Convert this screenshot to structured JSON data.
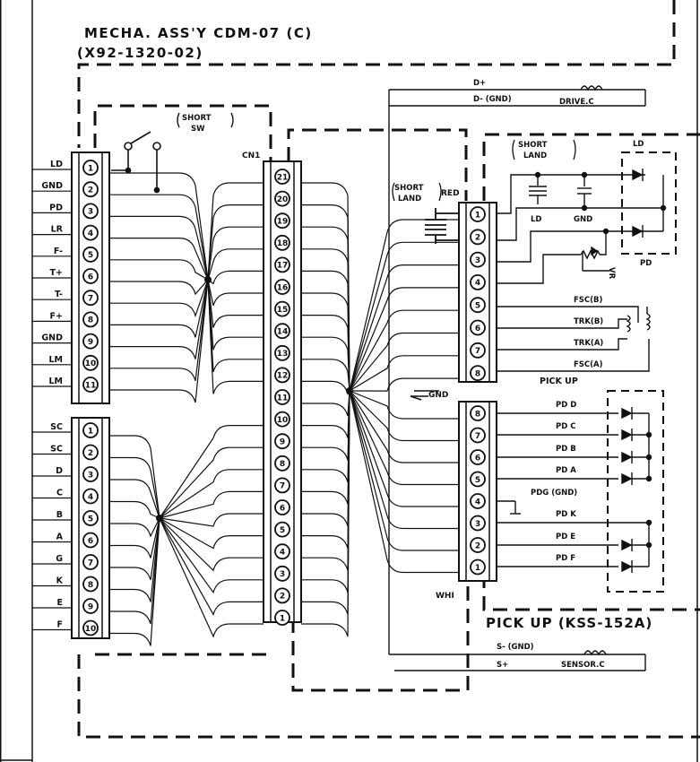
{
  "title": {
    "line1": "MECHA. ASS'Y  CDM-07 (C)",
    "line2": "(X92-1320-02)"
  },
  "short_sw": {
    "line1": "SHORT",
    "line2": "SW"
  },
  "short_land_left": {
    "line1": "SHORT",
    "line2": "LAND"
  },
  "short_land_right": {
    "line1": "SHORT",
    "line2": "LAND"
  },
  "cn1_label": "CN1",
  "red_label": "RED",
  "whi_label": "WHI",
  "gnd_label": "GND",
  "drive": {
    "dplus": "D+",
    "dminus": "D- (GND)",
    "name": "DRIVE.C"
  },
  "sensor": {
    "sminus": "S- (GND)",
    "splus": "S+",
    "name": "SENSOR.C"
  },
  "connector_a": {
    "pins": [
      "1",
      "2",
      "3",
      "4",
      "5",
      "6",
      "7",
      "8",
      "9",
      "10",
      "11"
    ],
    "labels": [
      "LD",
      "GND",
      "PD",
      "LR",
      "F-",
      "T+",
      "T-",
      "F+",
      "GND",
      "LM",
      "LM"
    ]
  },
  "connector_b": {
    "pins": [
      "1",
      "2",
      "3",
      "4",
      "5",
      "6",
      "7",
      "8",
      "9",
      "10"
    ],
    "labels": [
      "SC",
      "SC",
      "D",
      "C",
      "B",
      "A",
      "G",
      "K",
      "E",
      "F"
    ]
  },
  "cn1": {
    "pins": [
      "21",
      "20",
      "19",
      "18",
      "17",
      "16",
      "15",
      "14",
      "13",
      "12",
      "11",
      "10",
      "9",
      "8",
      "7",
      "6",
      "5",
      "4",
      "3",
      "2",
      "1"
    ]
  },
  "red_connector": {
    "pins": [
      "1",
      "2",
      "3",
      "4",
      "5",
      "6",
      "7",
      "8"
    ]
  },
  "whi_connector": {
    "pins": [
      "8",
      "7",
      "6",
      "5",
      "4",
      "3",
      "2",
      "1"
    ]
  },
  "pickup_top": {
    "ld": "LD",
    "pd": "PD",
    "ld_cap": "LD",
    "gnd_cap": "GND",
    "vr": "VR",
    "coil_labels": [
      "FSC(B)",
      "TRK(B)",
      "TRK(A)",
      "FSC(A)"
    ],
    "pick_up": "PICK UP"
  },
  "pickup_bottom": {
    "labels": [
      "PD D",
      "PD C",
      "PD B",
      "PD A",
      "PDG (GND)",
      "PD K",
      "PD E",
      "PD F"
    ],
    "name": "PICK UP (KSS-152A)"
  }
}
